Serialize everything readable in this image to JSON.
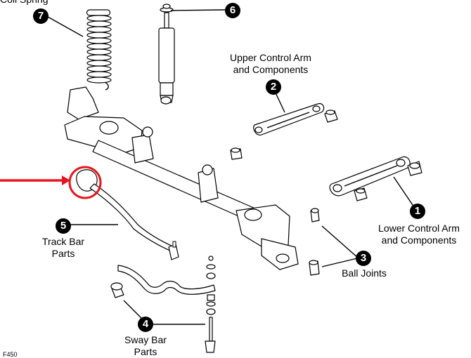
{
  "callouts": [
    {
      "number": "1",
      "label_line1": "Lower Control Arm",
      "label_line2": "and Components"
    },
    {
      "number": "2",
      "label_line1": "Upper Control Arm",
      "label_line2": "and Components"
    },
    {
      "number": "3",
      "label_line1": "Ball Joints",
      "label_line2": ""
    },
    {
      "number": "4",
      "label_line1": "Sway Bar",
      "label_line2": "Parts"
    },
    {
      "number": "5",
      "label_line1": "Track Bar",
      "label_line2": "Parts"
    },
    {
      "number": "6",
      "label_line1": "",
      "label_line2": ""
    },
    {
      "number": "7",
      "label_line1": "Coil Spring",
      "label_line2": ""
    }
  ],
  "figure_id": "F450",
  "colors": {
    "highlight": "#e8141b",
    "ink": "#000000"
  }
}
